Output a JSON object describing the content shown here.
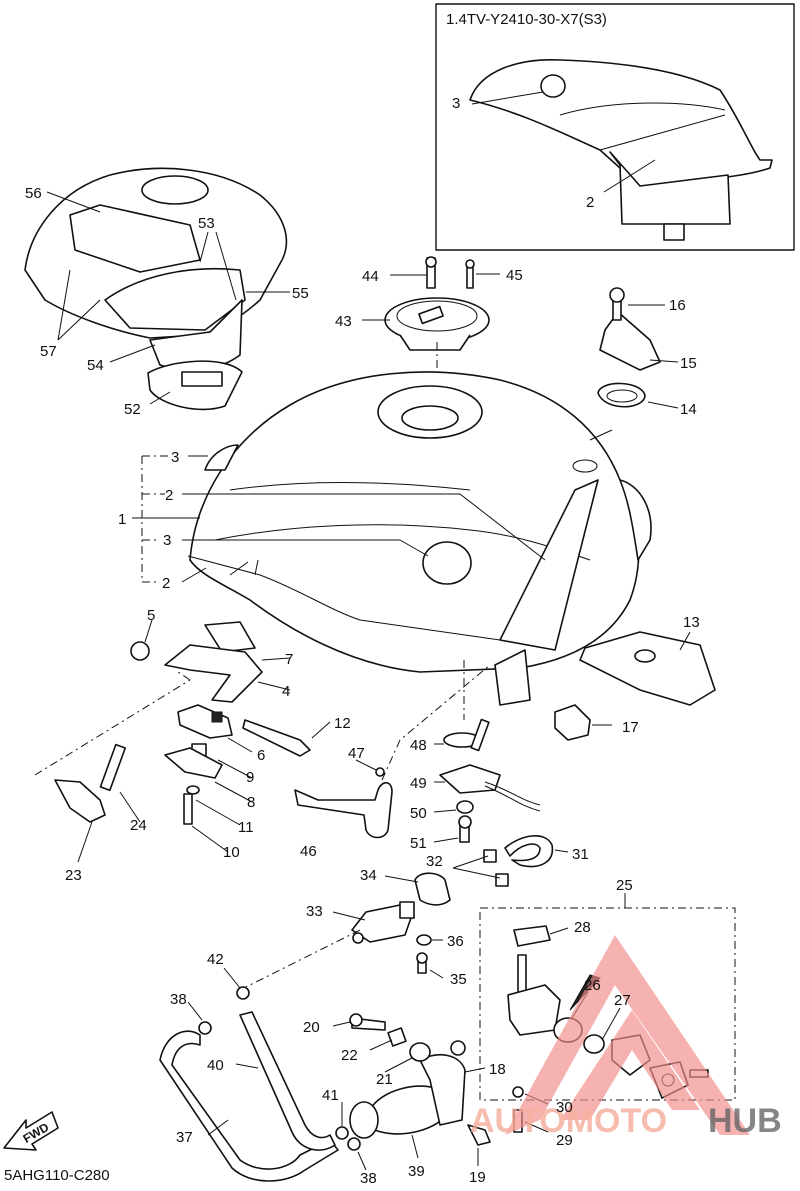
{
  "inset_title": "1.4TV-Y2410-30-X7(S3)",
  "diagram_code": "5AHG110-C280",
  "fwd_label": "FWD",
  "watermark": {
    "text_left": "AUTOMOTO",
    "text_right": "HUB",
    "color_left": "#f4a896",
    "color_right": "#555555",
    "triangle_color": "#f28c8c"
  },
  "callouts": [
    {
      "id": "1",
      "text": "1"
    },
    {
      "id": "2a",
      "text": "2"
    },
    {
      "id": "2b",
      "text": "2"
    },
    {
      "id": "2c",
      "text": "2"
    },
    {
      "id": "3a",
      "text": "3"
    },
    {
      "id": "3b",
      "text": "3"
    },
    {
      "id": "3c",
      "text": "3"
    },
    {
      "id": "4",
      "text": "4"
    },
    {
      "id": "5",
      "text": "5"
    },
    {
      "id": "6",
      "text": "6"
    },
    {
      "id": "7",
      "text": "7"
    },
    {
      "id": "8",
      "text": "8"
    },
    {
      "id": "9",
      "text": "9"
    },
    {
      "id": "10",
      "text": "10"
    },
    {
      "id": "11",
      "text": "11"
    },
    {
      "id": "12",
      "text": "12"
    },
    {
      "id": "13",
      "text": "13"
    },
    {
      "id": "14",
      "text": "14"
    },
    {
      "id": "15",
      "text": "15"
    },
    {
      "id": "16",
      "text": "16"
    },
    {
      "id": "17",
      "text": "17"
    },
    {
      "id": "18",
      "text": "18"
    },
    {
      "id": "19",
      "text": "19"
    },
    {
      "id": "20",
      "text": "20"
    },
    {
      "id": "21",
      "text": "21"
    },
    {
      "id": "22",
      "text": "22"
    },
    {
      "id": "23",
      "text": "23"
    },
    {
      "id": "24",
      "text": "24"
    },
    {
      "id": "25",
      "text": "25"
    },
    {
      "id": "26",
      "text": "26"
    },
    {
      "id": "27",
      "text": "27"
    },
    {
      "id": "28",
      "text": "28"
    },
    {
      "id": "29",
      "text": "29"
    },
    {
      "id": "30",
      "text": "30"
    },
    {
      "id": "31",
      "text": "31"
    },
    {
      "id": "32",
      "text": "32"
    },
    {
      "id": "33",
      "text": "33"
    },
    {
      "id": "34",
      "text": "34"
    },
    {
      "id": "35",
      "text": "35"
    },
    {
      "id": "36",
      "text": "36"
    },
    {
      "id": "37",
      "text": "37"
    },
    {
      "id": "38a",
      "text": "38"
    },
    {
      "id": "38b",
      "text": "38"
    },
    {
      "id": "39",
      "text": "39"
    },
    {
      "id": "40",
      "text": "40"
    },
    {
      "id": "41",
      "text": "41"
    },
    {
      "id": "42",
      "text": "42"
    },
    {
      "id": "43",
      "text": "43"
    },
    {
      "id": "44",
      "text": "44"
    },
    {
      "id": "45",
      "text": "45"
    },
    {
      "id": "46",
      "text": "46"
    },
    {
      "id": "47",
      "text": "47"
    },
    {
      "id": "48",
      "text": "48"
    },
    {
      "id": "49",
      "text": "49"
    },
    {
      "id": "50",
      "text": "50"
    },
    {
      "id": "51",
      "text": "51"
    },
    {
      "id": "52",
      "text": "52"
    },
    {
      "id": "53",
      "text": "53"
    },
    {
      "id": "54",
      "text": "54"
    },
    {
      "id": "55",
      "text": "55"
    },
    {
      "id": "56",
      "text": "56"
    },
    {
      "id": "57",
      "text": "57"
    }
  ]
}
